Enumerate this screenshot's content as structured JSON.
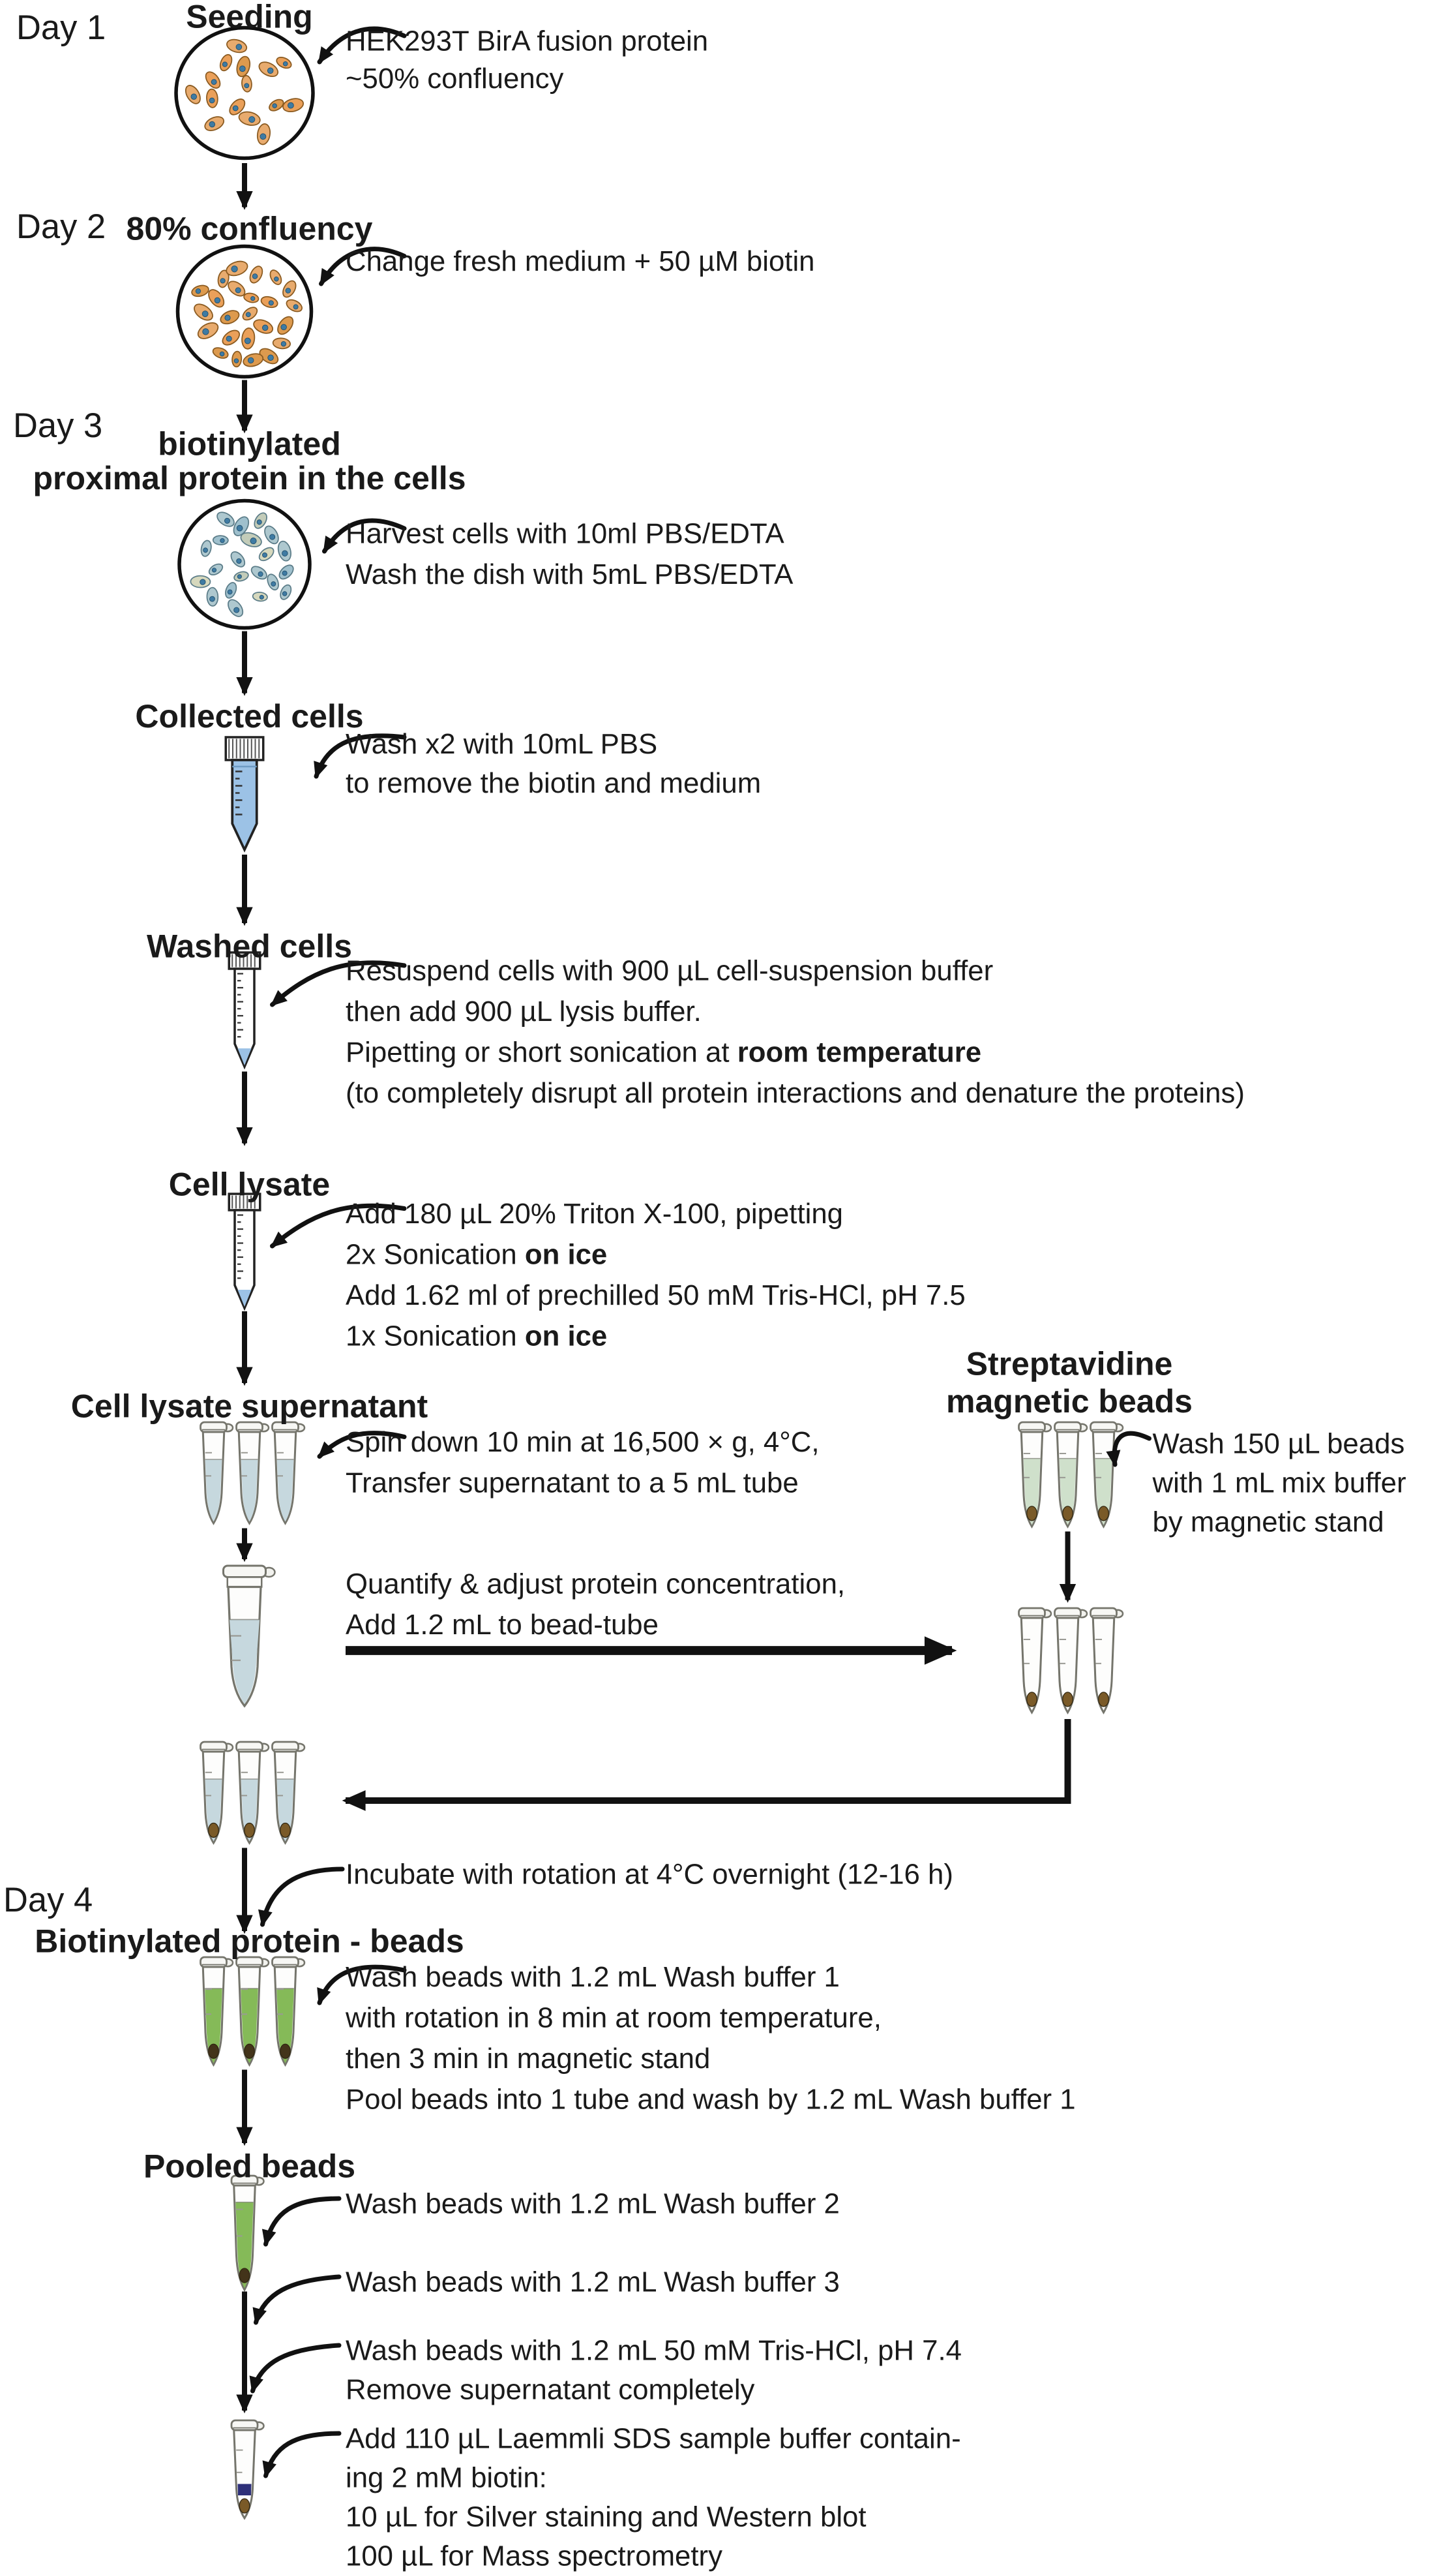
{
  "days": {
    "day1": "Day 1",
    "day2": "Day 2",
    "day3": "Day 3",
    "day4": "Day 4"
  },
  "steps": {
    "day1": {
      "title": "Seeding",
      "note1": "HEK293T BirA fusion protein",
      "note2": "~50% confluency"
    },
    "day2": {
      "title": "80% confluency",
      "note1": "Change fresh medium + 50 µM biotin"
    },
    "day3": {
      "title_line1": "biotinylated",
      "title_line2": "proximal protein in the cells",
      "note1": "Harvest cells with 10ml PBS/EDTA",
      "note2": "Wash the dish with 5mL PBS/EDTA"
    },
    "collected": {
      "title": "Collected cells",
      "note1": "Wash x2 with 10mL PBS",
      "note2": "to remove the biotin and medium"
    },
    "washed": {
      "title": "Washed cells",
      "note1": "Resuspend cells with 900 µL cell-suspension buffer",
      "note2": "then add 900 µL lysis buffer.",
      "note3_normal": "Pipetting or short sonication at ",
      "note3_bold": "room temperature",
      "note4": "(to completely disrupt all protein interactions and denature the proteins)"
    },
    "lysate": {
      "title": "Cell lysate",
      "note1": "Add 180 µL 20% Triton X-100, pipetting",
      "note2_normal": "2x Sonication ",
      "note2_bold": "on ice",
      "note3": "Add 1.62 ml of prechilled 50 mM Tris-HCl, pH 7.5",
      "note4_normal": "1x Sonication ",
      "note4_bold": "on ice"
    },
    "supernatant": {
      "title": "Cell lysate supernatant",
      "note1": "Spin down 10 min at 16,500 × g, 4°C,",
      "note2": "Transfer supernatant to a 5 mL tube"
    },
    "strep": {
      "title_line1": "Streptavidine",
      "title_line2": "magnetic beads",
      "note1": "Wash 150 µL beads",
      "note2": "with 1 mL mix buffer",
      "note3": "by magnetic stand"
    },
    "quantify": {
      "note1": "Quantify & adjust protein concentration,",
      "note2": "Add 1.2 mL to bead-tube"
    },
    "incubate": {
      "note1": "Incubate with rotation at 4°C overnight (12-16 h)"
    },
    "bead_wash": {
      "title": "Biotinylated protein - beads",
      "note1": "Wash beads with 1.2 mL Wash buffer 1",
      "note2": "with rotation in 8 min at room temperature,",
      "note3": "then 3 min in magnetic stand",
      "note4": "Pool beads into 1 tube and wash by 1.2 mL Wash buffer 1"
    },
    "pooled": {
      "title": "Pooled beads",
      "note1": "Wash beads with 1.2 mL Wash buffer 2",
      "note2": "Wash beads with 1.2 mL Wash buffer 3",
      "note3": "Wash beads with 1.2 mL 50 mM Tris-HCl, pH 7.4",
      "note4": "Remove supernatant completely"
    },
    "elution": {
      "note1": "Add 110 µL Laemmli SDS sample buffer contain-",
      "note2": "ing 2 mM biotin:",
      "note3": "10 µL for Silver staining and Western blot",
      "note4": "100 µL for Mass spectrometry"
    }
  },
  "colors": {
    "text": "#1a1a1a",
    "arrow": "#111111",
    "dish_outline": "#111111",
    "cell_orange_bodies": [
      "#eaa05a",
      "#e8ab6e",
      "#dd9a4e"
    ],
    "cell_orange_outline": "#8a5a20",
    "cell_day3_bodies": [
      "#d6d8bd",
      "#aec8cf",
      "#c3ccb9",
      "#9fc0cd"
    ],
    "cell_day3_outline": "#5b7c88",
    "nucleus_blue": "#3f7ba3",
    "falcon_liquid_blue": "#9cc2e6",
    "pale_blue_liquid": "#c6d8de",
    "pale_green_liquid": "#cfe0cb",
    "green_liquid": "#85ba58",
    "navy_liquid": "#2e3079",
    "pellet_brown": "#7a5a28",
    "pellet_dark": "#43341a",
    "tube_outline": "#75756c",
    "falcon_outline": "#222222",
    "tick_gray": "#9a9a94"
  }
}
